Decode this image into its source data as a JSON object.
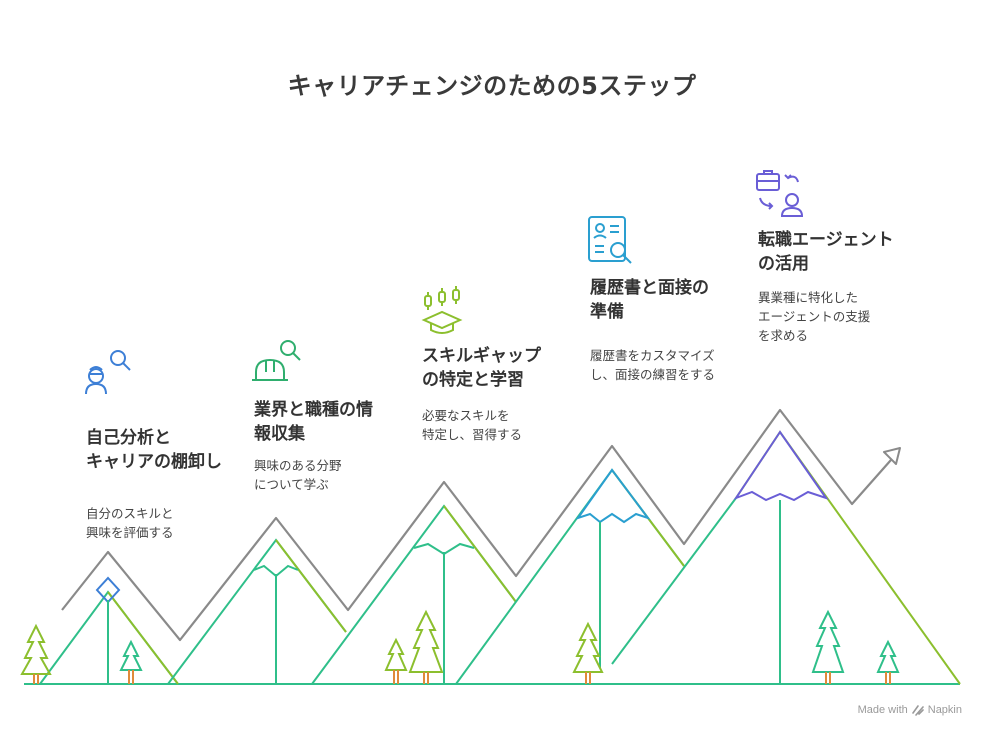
{
  "title": "キャリアチェンジのための5ステップ",
  "steps": [
    {
      "title_line1": "自己分析と",
      "title_line2": "キャリアの棚卸し",
      "desc_line1": "自分のスキルと",
      "desc_line2": "興味を評価する",
      "icon": "person-search-icon",
      "color": "#3d7fd6"
    },
    {
      "title_line1": "業界と職種の情",
      "title_line2": "報収集",
      "desc_line1": "興味のある分野",
      "desc_line2": "について学ぶ",
      "icon": "hardhat-search-icon",
      "color": "#2fae6e"
    },
    {
      "title_line1": "スキルギャップ",
      "title_line2": "の特定と学習",
      "desc_line1": "必要なスキルを",
      "desc_line2": "特定し、習得する",
      "icon": "candlestick-graduation-icon",
      "color": "#8cbf2e"
    },
    {
      "title_line1": "履歴書と面接の",
      "title_line2": "準備",
      "desc_line1": "履歴書をカスタマイズ",
      "desc_line2": "し、面接の練習をする",
      "icon": "resume-search-icon",
      "color": "#2a9fd0"
    },
    {
      "title_line1": "転職エージェント",
      "title_line2": "の活用",
      "desc_line1": "異業種に特化した",
      "desc_line2": "エージェントの支援",
      "desc_line3": "を求める",
      "icon": "briefcase-exchange-icon",
      "color": "#6a5ed6"
    }
  ],
  "brand": {
    "prefix": "Made with",
    "name": "Napkin"
  },
  "colors": {
    "path": "#8a8a8a",
    "green": "#8cbf2e",
    "teal": "#2fbf8a"
  }
}
